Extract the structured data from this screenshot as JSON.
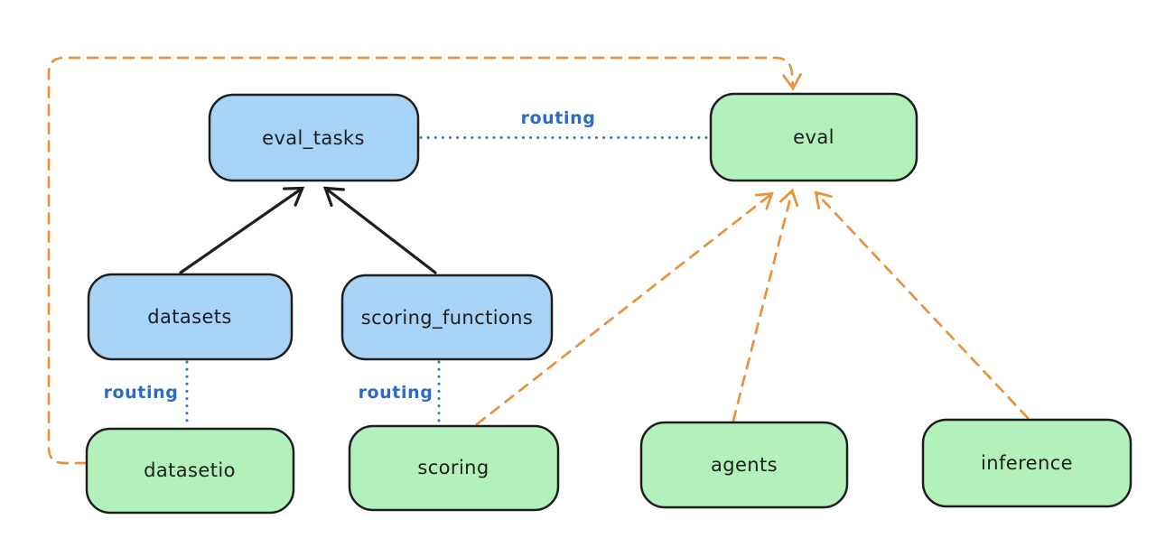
{
  "diagram": {
    "kind": "architecture-flowchart",
    "background": "#ffffff",
    "nodes": {
      "eval_tasks": {
        "label": "eval_tasks",
        "fill": "#a7d3f7"
      },
      "eval": {
        "label": "eval",
        "fill": "#b3f1bc"
      },
      "datasets": {
        "label": "datasets",
        "fill": "#a7d3f7"
      },
      "scoring_functions": {
        "label": "scoring_functions",
        "fill": "#a7d3f7"
      },
      "datasetio": {
        "label": "datasetio",
        "fill": "#b3f1bc"
      },
      "scoring": {
        "label": "scoring",
        "fill": "#b3f1bc"
      },
      "agents": {
        "label": "agents",
        "fill": "#b3f1bc"
      },
      "inference": {
        "label": "inference",
        "fill": "#b3f1bc"
      }
    },
    "colors": {
      "node_stroke": "#1e1e1e",
      "label_text": "#1e1e1e",
      "relation_line": "#1e1e1e",
      "routing_line": "#3b74cc",
      "routing_text": "#2e6bc4",
      "dependency_line": "#e8923c"
    },
    "edges": [
      {
        "from": "datasets",
        "to": "eval_tasks",
        "style": "solid",
        "arrow": true,
        "color": "black",
        "label": ""
      },
      {
        "from": "scoring_functions",
        "to": "eval_tasks",
        "style": "solid",
        "arrow": true,
        "color": "black",
        "label": ""
      },
      {
        "from": "eval_tasks",
        "to": "eval",
        "style": "dotted",
        "arrow": false,
        "color": "blue",
        "label": "routing"
      },
      {
        "from": "datasets",
        "to": "datasetio",
        "style": "dotted",
        "arrow": false,
        "color": "blue",
        "label": "routing"
      },
      {
        "from": "scoring_functions",
        "to": "scoring",
        "style": "dotted",
        "arrow": false,
        "color": "blue",
        "label": "routing"
      },
      {
        "from": "datasetio",
        "to": "eval",
        "style": "dashed",
        "arrow": true,
        "color": "orange",
        "label": ""
      },
      {
        "from": "scoring",
        "to": "eval",
        "style": "dashed",
        "arrow": true,
        "color": "orange",
        "label": ""
      },
      {
        "from": "agents",
        "to": "eval",
        "style": "dashed",
        "arrow": true,
        "color": "orange",
        "label": ""
      },
      {
        "from": "inference",
        "to": "eval",
        "style": "dashed",
        "arrow": true,
        "color": "orange",
        "label": ""
      }
    ]
  }
}
